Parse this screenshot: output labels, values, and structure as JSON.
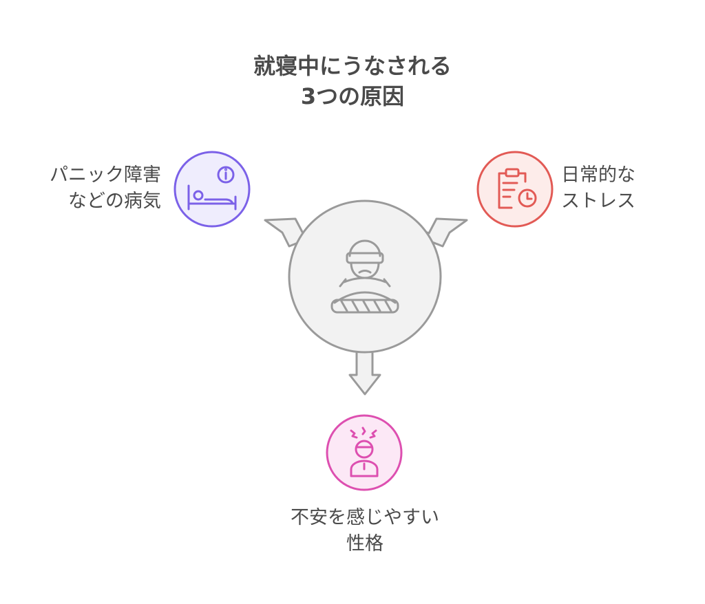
{
  "title": {
    "line1": "就寝中にうなされる",
    "line2": "3つの原因"
  },
  "nodes": {
    "left": {
      "line1": "パニック障害",
      "line2": "などの病気",
      "icon": "sleeping-person-info-icon",
      "color": "#7b61e8",
      "fill": "#efedfd"
    },
    "right": {
      "line1": "日常的な",
      "line2": "ストレス",
      "icon": "clipboard-clock-icon",
      "color": "#e25a55",
      "fill": "#fdecea"
    },
    "bottom": {
      "line1": "不安を感じやすい",
      "line2": "性格",
      "icon": "stressed-person-icon",
      "color": "#dd4fb0",
      "fill": "#fce8f6"
    }
  },
  "center": {
    "icon": "blindfolded-bound-person-icon",
    "color": "#9a9a9a",
    "fill": "#f2f2f2"
  }
}
